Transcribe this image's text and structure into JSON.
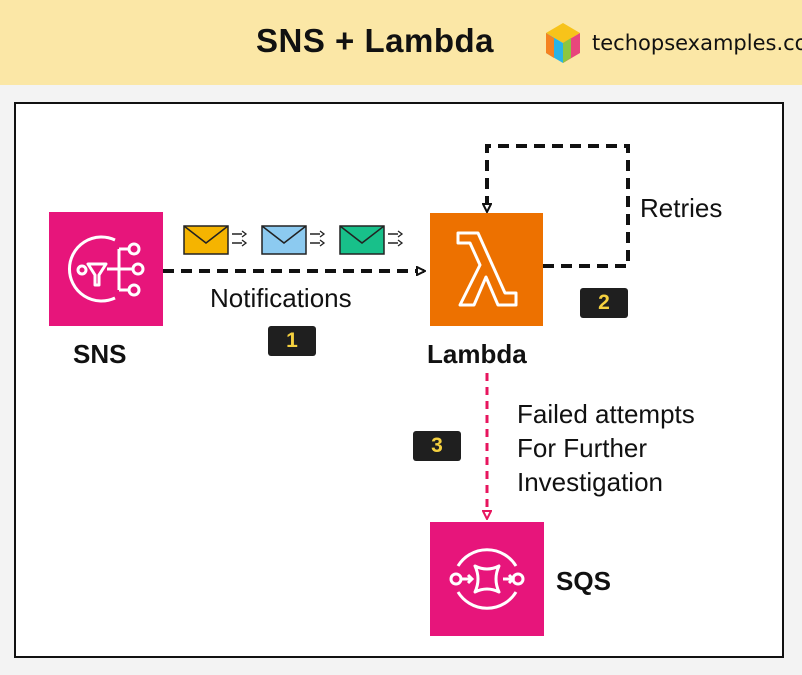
{
  "header": {
    "title": "SNS + Lambda",
    "brand": "techopsexamples.com"
  },
  "diagram": {
    "nodes": {
      "sns": {
        "label": "SNS",
        "color": "#e7157b"
      },
      "lambda": {
        "label": "Lambda",
        "color": "#ed7100"
      },
      "sqs": {
        "label": "SQS",
        "color": "#e7157b"
      }
    },
    "edges": {
      "notifications": "Notifications",
      "retries": "Retries",
      "failed": [
        "Failed attempts",
        "For Further",
        "Investigation"
      ]
    },
    "steps": [
      "1",
      "2",
      "3"
    ],
    "message_colors": [
      "#f5b400",
      "#8ccaf0",
      "#18c08a"
    ]
  },
  "colors": {
    "header_bg": "#fbe7a6",
    "dlq_arrow": "#e7155e",
    "step_text": "#f4d03f"
  }
}
